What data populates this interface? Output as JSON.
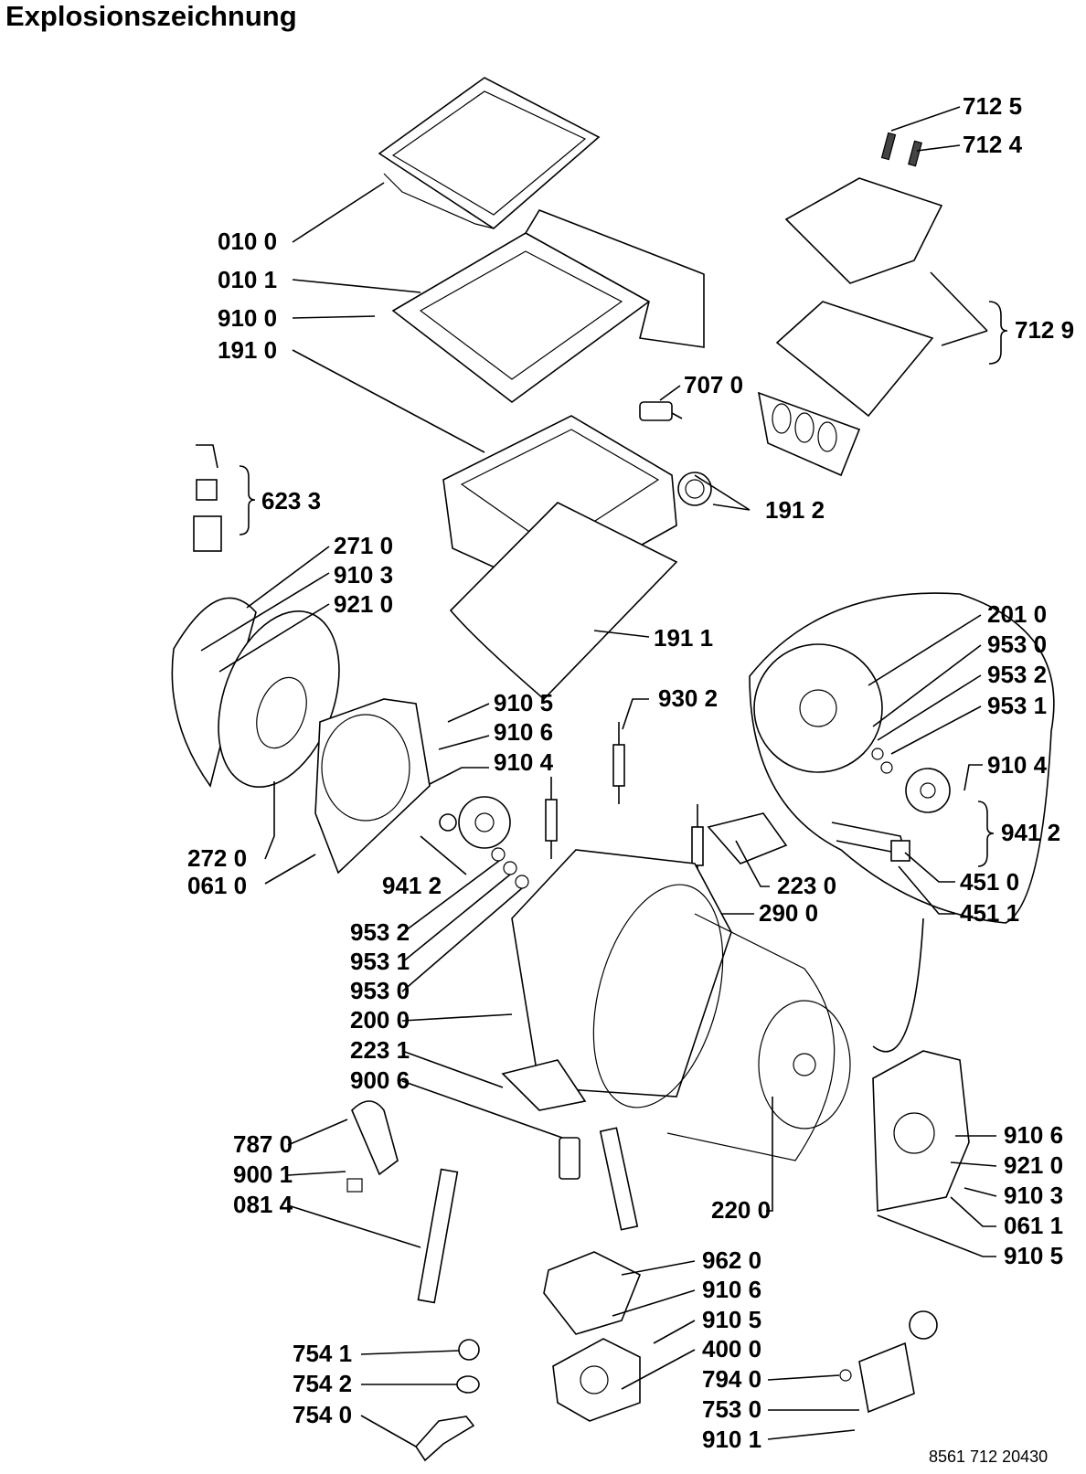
{
  "title": "Explosionszeichnung",
  "part_number": "8561 712 20430",
  "callouts": [
    "712 5",
    "712 4",
    "712 9",
    "010 0",
    "010 1",
    "910 0",
    "191 0",
    "707 0",
    "623 3",
    "191 2",
    "271 0",
    "910 3",
    "921 0",
    "191 1",
    "201 0",
    "953 0",
    "953 2",
    "953 1",
    "910 5",
    "930 2",
    "910 6",
    "910 4",
    "910 4",
    "941 2",
    "272 0",
    "061 0",
    "941 2",
    "223 0",
    "451 0",
    "451 1",
    "290 0",
    "953 2",
    "953 1",
    "953 0",
    "200 0",
    "223 1",
    "900 6",
    "787 0",
    "900 1",
    "081 4",
    "910 6",
    "921 0",
    "910 3",
    "220 0",
    "061 1",
    "910 5",
    "962 0",
    "910 6",
    "910 5",
    "400 0",
    "754 1",
    "794 0",
    "754 2",
    "753 0",
    "754 0",
    "910 1"
  ]
}
